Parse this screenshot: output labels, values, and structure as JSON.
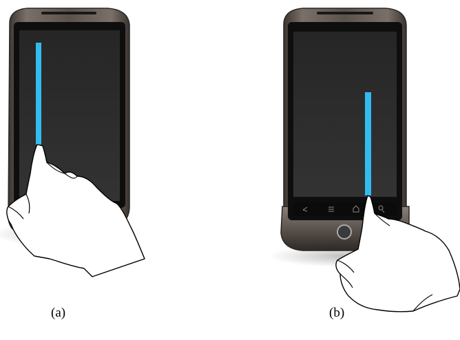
{
  "panels": [
    {
      "caption": "(a)",
      "gesture": "touch-drag",
      "indicator_color": "#33BBEE"
    },
    {
      "caption": "(b)",
      "gesture": "touch-drag",
      "indicator_color": "#33BBEE",
      "nav_icons": [
        "back-icon",
        "menu-icon",
        "home-icon",
        "search-icon"
      ]
    }
  ],
  "colors": {
    "device_body": "#5a534d",
    "device_bezel": "#111111",
    "screen": "#2b2b2b",
    "hand_fill": "#ffffff",
    "hand_stroke": "#000000"
  }
}
